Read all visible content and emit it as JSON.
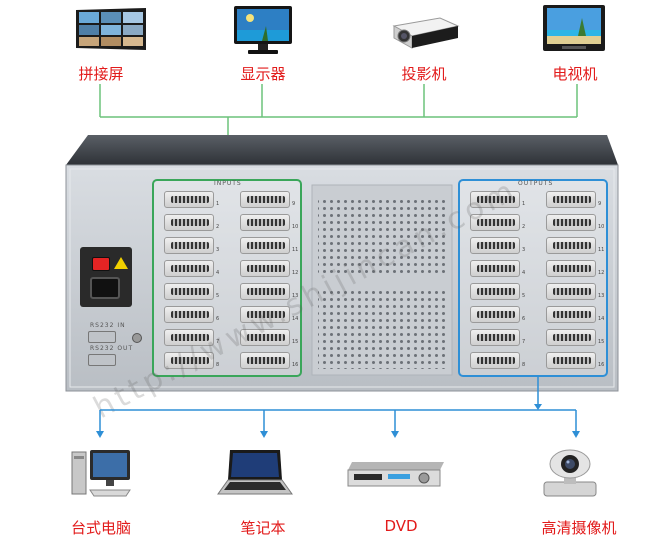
{
  "top_devices": [
    {
      "label": "拼接屏",
      "icon": "video-wall-icon"
    },
    {
      "label": "显示器",
      "icon": "monitor-icon"
    },
    {
      "label": "投影机",
      "icon": "projector-icon"
    },
    {
      "label": "电视机",
      "icon": "tv-icon"
    }
  ],
  "bottom_devices": [
    {
      "label": "台式电脑",
      "icon": "desktop-pc-icon"
    },
    {
      "label": "笔记本",
      "icon": "laptop-icon"
    },
    {
      "label": "DVD",
      "icon": "dvd-player-icon"
    },
    {
      "label": "高清摄像机",
      "icon": "hd-camera-icon"
    }
  ],
  "device": {
    "inputs_label": "INPUTS",
    "outputs_label": "OUTPUTS",
    "rs232_in_label": "RS232 IN",
    "rs232_out_label": "RS232 OUT",
    "port_numbers": [
      "1",
      "2",
      "3",
      "4",
      "5",
      "6",
      "7",
      "8",
      "9",
      "10",
      "11",
      "12",
      "13",
      "14",
      "15",
      "16"
    ]
  },
  "watermark": "http://www.shijincan.com",
  "colors": {
    "label_red": "#e21b1b",
    "connector_line": "#6cc27a",
    "input_frame": "#3aa65a",
    "output_frame": "#2e8fd6",
    "output_arrow": "#2e8fd6"
  }
}
